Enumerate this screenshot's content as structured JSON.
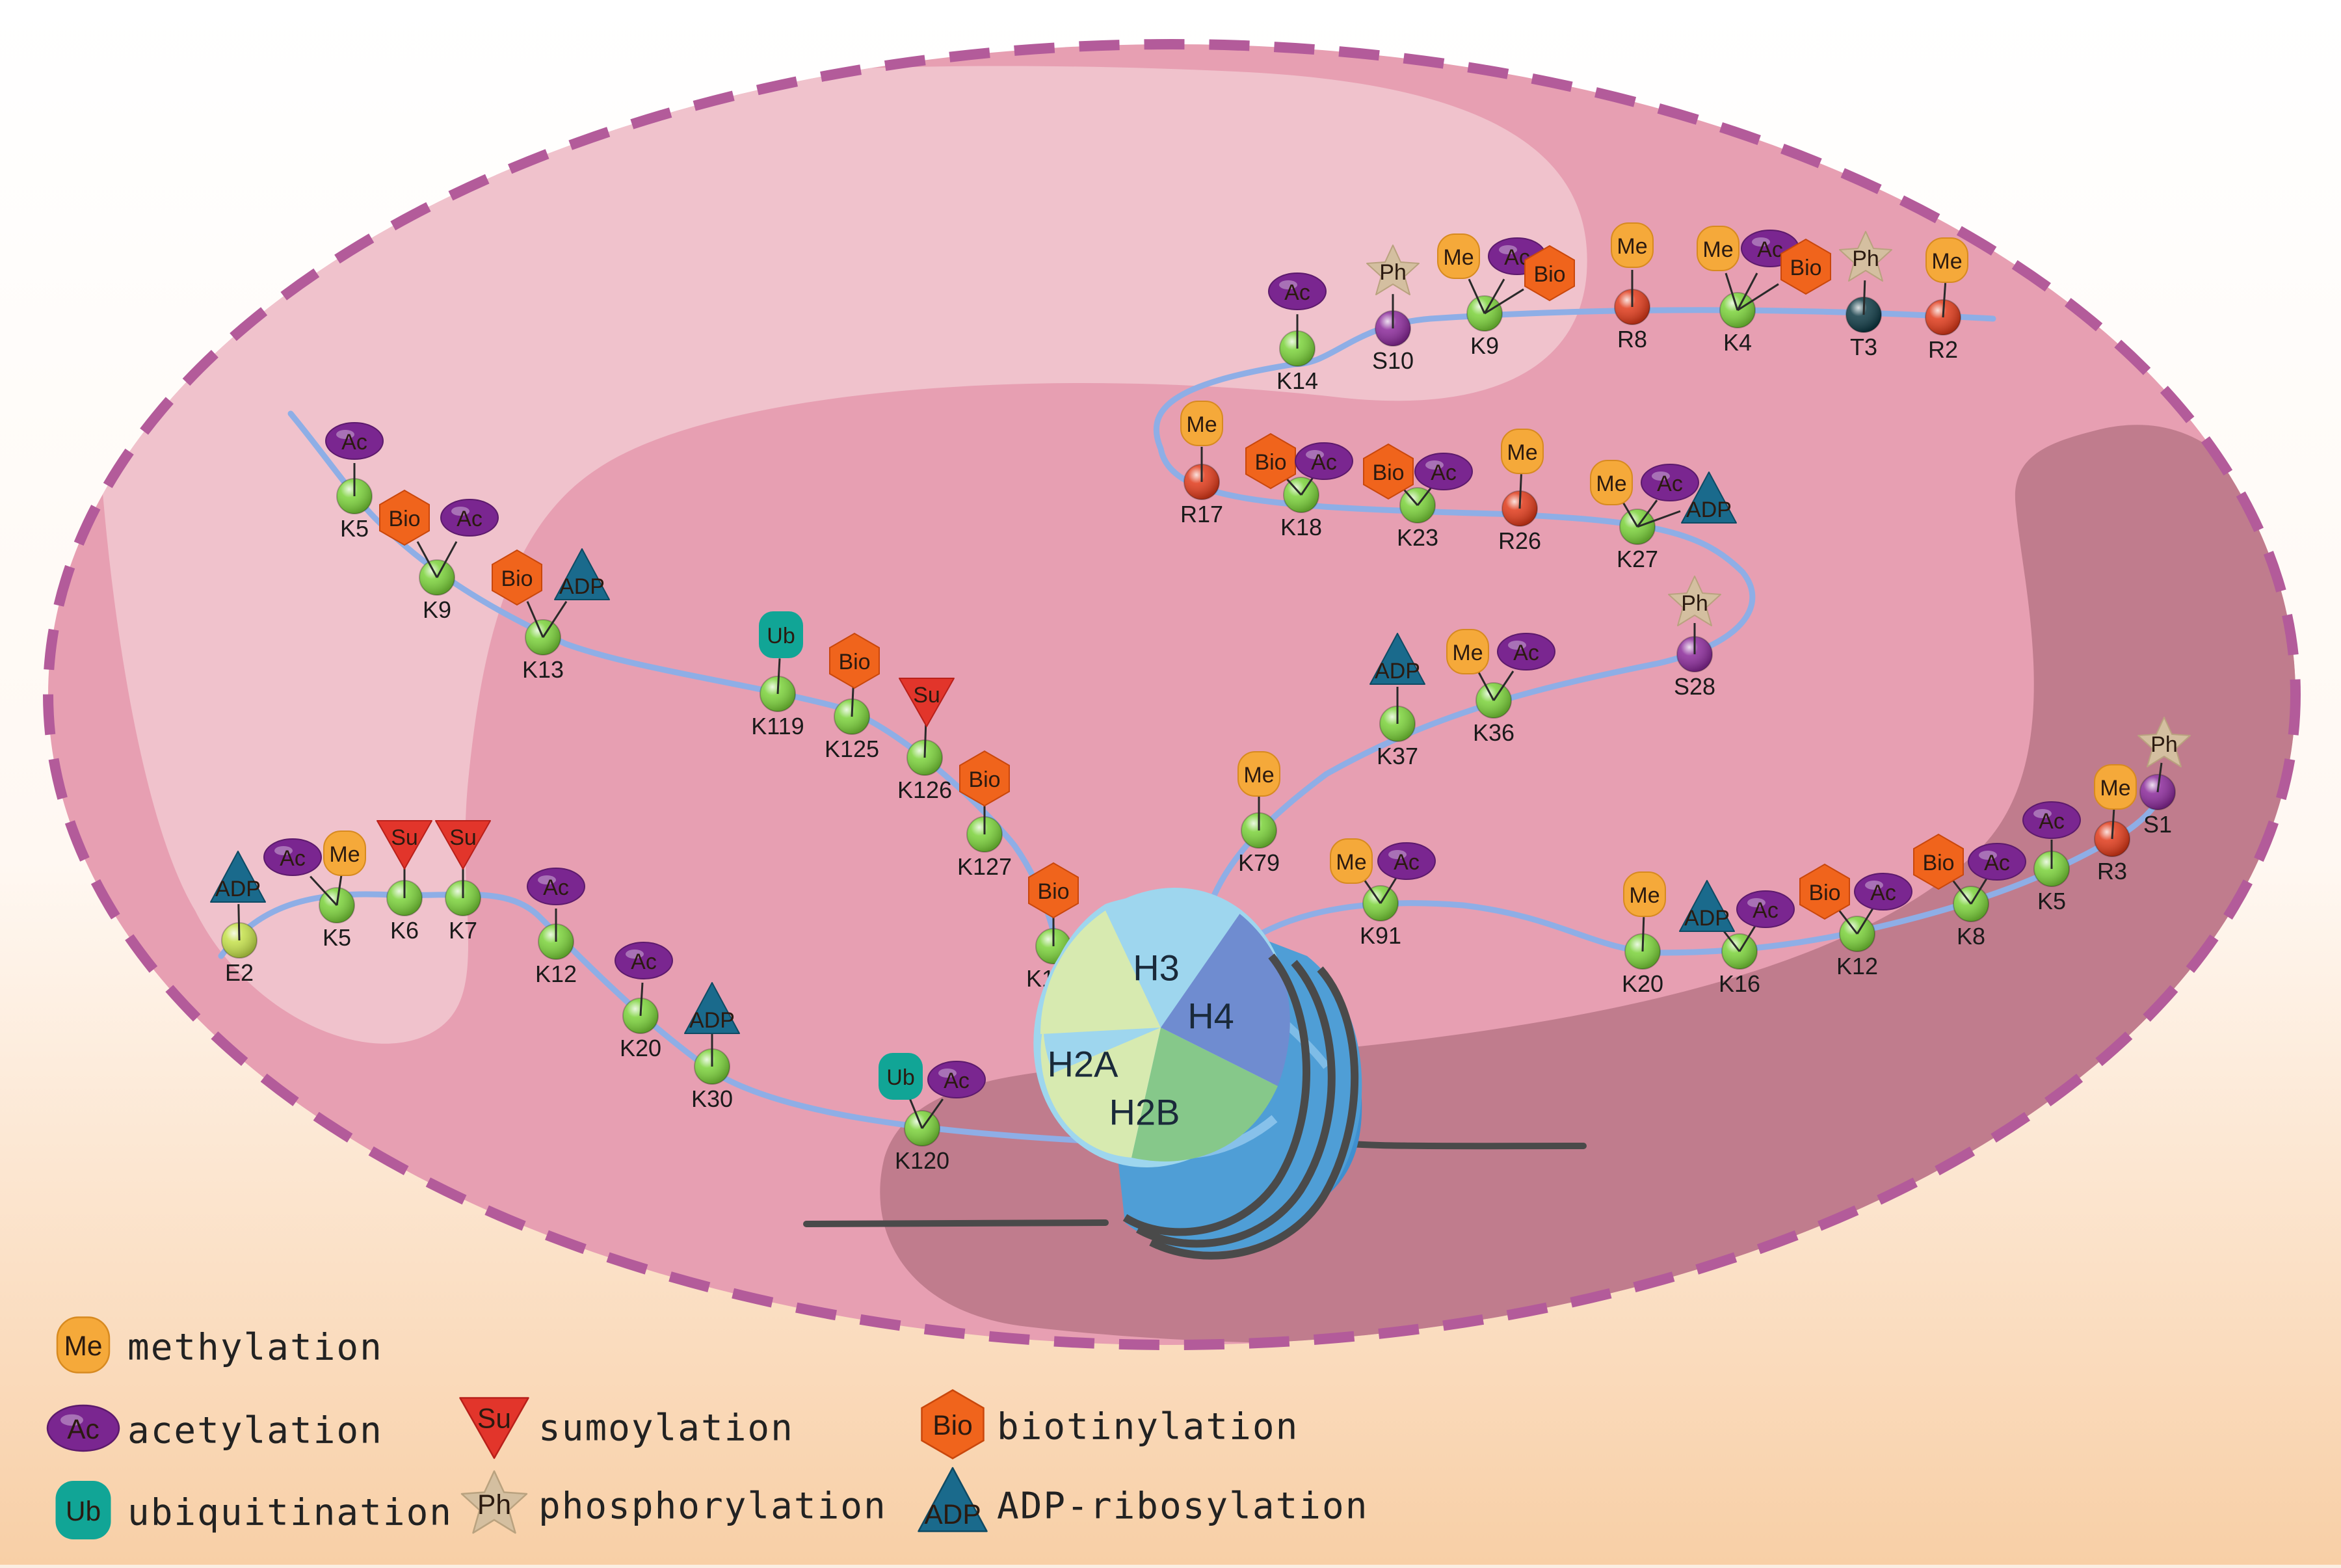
{
  "colors": {
    "background_top": "#ffffff",
    "background_bottom": "#f8cfa6",
    "cell": "#e79fb2",
    "cell_border": "#b35b9a",
    "light_region": "#f0c2cc",
    "dark_region": "#c07c8d",
    "tail": "#8eaee6",
    "residue_K": "#7bd23a",
    "residue_R": "#e03a1a",
    "residue_S": "#8b2a9a",
    "residue_T": "#0f3a45",
    "residue_E": "#c4e04a",
    "me": "#f5a93a",
    "ac": "#7a2690",
    "ub": "#11a596",
    "su": "#e2352b",
    "ph": "#d4bfa0",
    "bio": "#f0641c",
    "adp": "#1a6a8c",
    "dna": "#4a4a4a",
    "H3": "#9ed6ee",
    "H4": "#6f8cd0",
    "H2A": "#d7eab0",
    "H2B": "#86c88a",
    "barrel": "#4f9ed6"
  },
  "histones": {
    "H3": "H3",
    "H4": "H4",
    "H2A": "H2A",
    "H2B": "H2B"
  },
  "legend": [
    {
      "type": "me",
      "symbol": "Me",
      "label": "methylation"
    },
    {
      "type": "ac",
      "symbol": "Ac",
      "label": "acetylation"
    },
    {
      "type": "ub",
      "symbol": "Ub",
      "label": "ubiquitination"
    },
    {
      "type": "su",
      "symbol": "Su",
      "label": "sumoylation"
    },
    {
      "type": "ph",
      "symbol": "Ph",
      "label": "phosphorylation"
    },
    {
      "type": "bio",
      "symbol": "Bio",
      "label": "biotinylation"
    },
    {
      "type": "adp",
      "symbol": "ADP",
      "label": "ADP-ribosylation"
    }
  ],
  "residues": [
    {
      "label": "K5",
      "type": "K"
    },
    {
      "label": "K9",
      "type": "K"
    },
    {
      "label": "K13",
      "type": "K"
    },
    {
      "label": "K119",
      "type": "K"
    },
    {
      "label": "K125",
      "type": "K"
    },
    {
      "label": "K126",
      "type": "K"
    },
    {
      "label": "K127",
      "type": "K"
    },
    {
      "label": "K129",
      "type": "K"
    },
    {
      "label": "E2",
      "type": "E"
    },
    {
      "label": "K5",
      "type": "K"
    },
    {
      "label": "K6",
      "type": "K"
    },
    {
      "label": "K7",
      "type": "K"
    },
    {
      "label": "K12",
      "type": "K"
    },
    {
      "label": "K20",
      "type": "K"
    },
    {
      "label": "K30",
      "type": "K"
    },
    {
      "label": "K120",
      "type": "K"
    },
    {
      "label": "R2",
      "type": "R"
    },
    {
      "label": "T3",
      "type": "T"
    },
    {
      "label": "K4",
      "type": "K"
    },
    {
      "label": "R8",
      "type": "R"
    },
    {
      "label": "K9",
      "type": "K"
    },
    {
      "label": "S10",
      "type": "S"
    },
    {
      "label": "K14",
      "type": "K"
    },
    {
      "label": "R17",
      "type": "R"
    },
    {
      "label": "K18",
      "type": "K"
    },
    {
      "label": "K23",
      "type": "K"
    },
    {
      "label": "R26",
      "type": "R"
    },
    {
      "label": "K27",
      "type": "K"
    },
    {
      "label": "S28",
      "type": "S"
    },
    {
      "label": "K36",
      "type": "K"
    },
    {
      "label": "K37",
      "type": "K"
    },
    {
      "label": "K79",
      "type": "K"
    },
    {
      "label": "K91",
      "type": "K"
    },
    {
      "label": "K20",
      "type": "K"
    },
    {
      "label": "K16",
      "type": "K"
    },
    {
      "label": "K12",
      "type": "K"
    },
    {
      "label": "K8",
      "type": "K"
    },
    {
      "label": "K5",
      "type": "K"
    },
    {
      "label": "R3",
      "type": "R"
    },
    {
      "label": "S1",
      "type": "S"
    }
  ],
  "marks": [
    {
      "residue": 0,
      "items": [
        {
          "type": "ac",
          "symbol": "Ac"
        }
      ]
    },
    {
      "residue": 1,
      "items": [
        {
          "type": "bio",
          "symbol": "Bio"
        },
        {
          "type": "ac",
          "symbol": "Ac"
        }
      ]
    },
    {
      "residue": 2,
      "items": [
        {
          "type": "bio",
          "symbol": "Bio"
        },
        {
          "type": "adp",
          "symbol": "ADP"
        }
      ]
    },
    {
      "residue": 3,
      "items": [
        {
          "type": "ub",
          "symbol": "Ub"
        }
      ]
    },
    {
      "residue": 4,
      "items": [
        {
          "type": "bio",
          "symbol": "Bio"
        }
      ]
    },
    {
      "residue": 5,
      "items": [
        {
          "type": "su",
          "symbol": "Su"
        }
      ]
    },
    {
      "residue": 6,
      "items": [
        {
          "type": "bio",
          "symbol": "Bio"
        }
      ]
    },
    {
      "residue": 7,
      "items": [
        {
          "type": "bio",
          "symbol": "Bio"
        }
      ]
    },
    {
      "residue": 8,
      "items": [
        {
          "type": "adp",
          "symbol": "ADP"
        }
      ]
    },
    {
      "residue": 9,
      "items": [
        {
          "type": "ac",
          "symbol": "Ac"
        },
        {
          "type": "me",
          "symbol": "Me"
        }
      ]
    },
    {
      "residue": 10,
      "items": [
        {
          "type": "su",
          "symbol": "Su"
        }
      ]
    },
    {
      "residue": 11,
      "items": [
        {
          "type": "su",
          "symbol": "Su"
        }
      ]
    },
    {
      "residue": 12,
      "items": [
        {
          "type": "ac",
          "symbol": "Ac"
        }
      ]
    },
    {
      "residue": 13,
      "items": [
        {
          "type": "ac",
          "symbol": "Ac"
        }
      ]
    },
    {
      "residue": 14,
      "items": [
        {
          "type": "adp",
          "symbol": "ADP"
        }
      ]
    },
    {
      "residue": 15,
      "items": [
        {
          "type": "ub",
          "symbol": "Ub"
        },
        {
          "type": "ac",
          "symbol": "Ac"
        }
      ]
    },
    {
      "residue": 16,
      "items": [
        {
          "type": "me",
          "symbol": "Me"
        }
      ]
    },
    {
      "residue": 17,
      "items": [
        {
          "type": "ph",
          "symbol": "Ph"
        }
      ]
    },
    {
      "residue": 18,
      "items": [
        {
          "type": "me",
          "symbol": "Me"
        },
        {
          "type": "ac",
          "symbol": "Ac"
        },
        {
          "type": "bio",
          "symbol": "Bio"
        }
      ]
    },
    {
      "residue": 19,
      "items": [
        {
          "type": "me",
          "symbol": "Me"
        }
      ]
    },
    {
      "residue": 20,
      "items": [
        {
          "type": "me",
          "symbol": "Me"
        },
        {
          "type": "ac",
          "symbol": "Ac"
        },
        {
          "type": "bio",
          "symbol": "Bio"
        }
      ]
    },
    {
      "residue": 21,
      "items": [
        {
          "type": "ph",
          "symbol": "Ph"
        }
      ]
    },
    {
      "residue": 22,
      "items": [
        {
          "type": "ac",
          "symbol": "Ac"
        }
      ]
    },
    {
      "residue": 23,
      "items": [
        {
          "type": "me",
          "symbol": "Me"
        }
      ]
    },
    {
      "residue": 24,
      "items": [
        {
          "type": "bio",
          "symbol": "Bio"
        },
        {
          "type": "ac",
          "symbol": "Ac"
        }
      ]
    },
    {
      "residue": 25,
      "items": [
        {
          "type": "bio",
          "symbol": "Bio"
        },
        {
          "type": "ac",
          "symbol": "Ac"
        }
      ]
    },
    {
      "residue": 26,
      "items": [
        {
          "type": "me",
          "symbol": "Me"
        }
      ]
    },
    {
      "residue": 27,
      "items": [
        {
          "type": "me",
          "symbol": "Me"
        },
        {
          "type": "ac",
          "symbol": "Ac"
        },
        {
          "type": "adp",
          "symbol": "ADP"
        }
      ]
    },
    {
      "residue": 28,
      "items": [
        {
          "type": "ph",
          "symbol": "Ph"
        }
      ]
    },
    {
      "residue": 29,
      "items": [
        {
          "type": "me",
          "symbol": "Me"
        },
        {
          "type": "ac",
          "symbol": "Ac"
        }
      ]
    },
    {
      "residue": 30,
      "items": [
        {
          "type": "adp",
          "symbol": "ADP"
        }
      ]
    },
    {
      "residue": 31,
      "items": [
        {
          "type": "me",
          "symbol": "Me"
        }
      ]
    },
    {
      "residue": 32,
      "items": [
        {
          "type": "me",
          "symbol": "Me"
        },
        {
          "type": "ac",
          "symbol": "Ac"
        }
      ]
    },
    {
      "residue": 33,
      "items": [
        {
          "type": "me",
          "symbol": "Me"
        }
      ]
    },
    {
      "residue": 34,
      "items": [
        {
          "type": "adp",
          "symbol": "ADP"
        },
        {
          "type": "ac",
          "symbol": "Ac"
        }
      ]
    },
    {
      "residue": 35,
      "items": [
        {
          "type": "bio",
          "symbol": "Bio"
        },
        {
          "type": "ac",
          "symbol": "Ac"
        }
      ]
    },
    {
      "residue": 36,
      "items": [
        {
          "type": "bio",
          "symbol": "Bio"
        },
        {
          "type": "ac",
          "symbol": "Ac"
        }
      ]
    },
    {
      "residue": 37,
      "items": [
        {
          "type": "ac",
          "symbol": "Ac"
        }
      ]
    },
    {
      "residue": 38,
      "items": [
        {
          "type": "me",
          "symbol": "Me"
        }
      ]
    },
    {
      "residue": 39,
      "items": [
        {
          "type": "ph",
          "symbol": "Ph"
        }
      ]
    }
  ]
}
